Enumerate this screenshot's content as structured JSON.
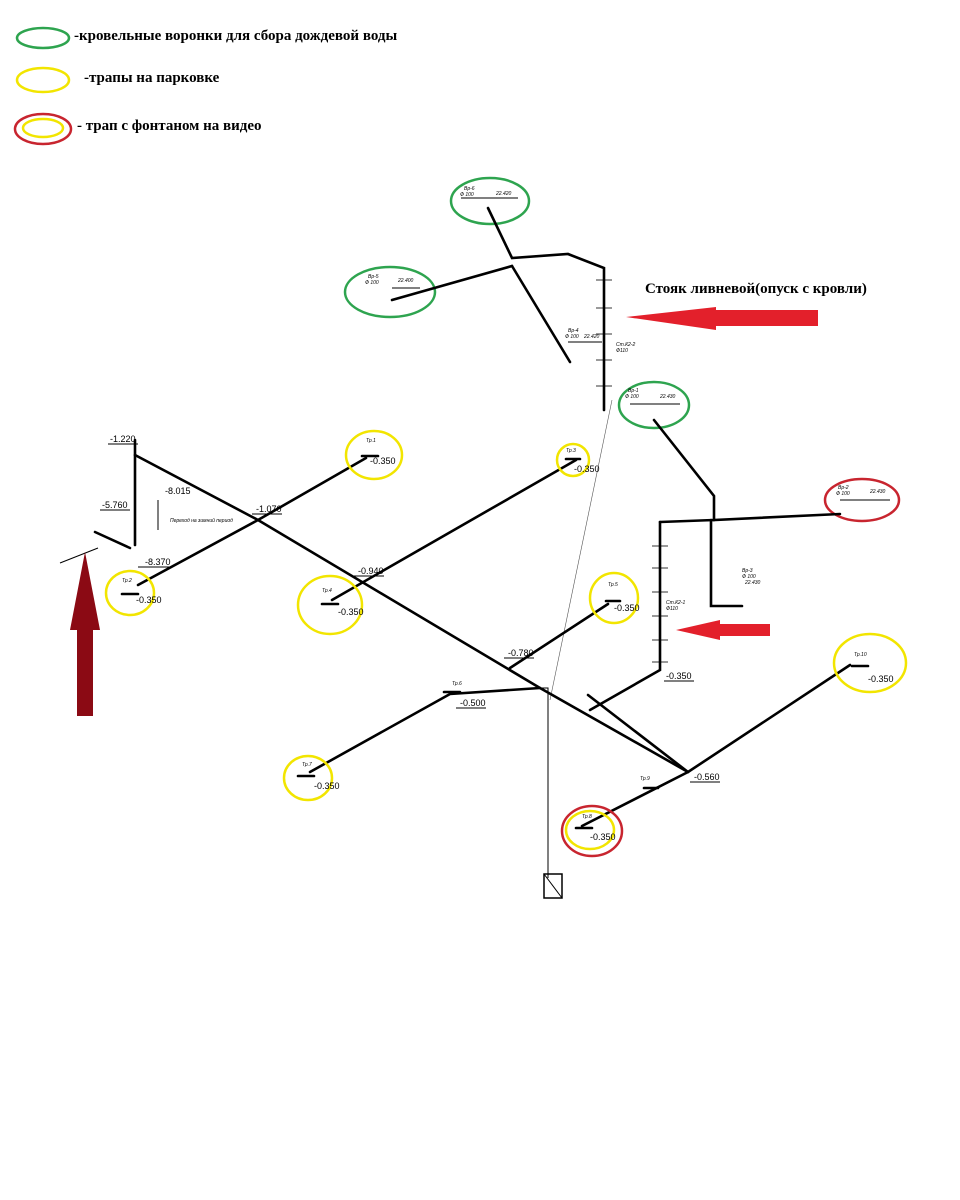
{
  "legend": {
    "roof_funnels": "-кровельные воронки для сбора дождевой воды",
    "parking_drains": "-трапы на парковке",
    "fountain_drain": "- трап с фонтаном на видео"
  },
  "callout": {
    "riser_label": "Стояк ливневой(опуск с кровли)"
  },
  "colors": {
    "roof_funnel_circle": "#2ea44f",
    "parking_drain_circle": "#f2e500",
    "fountain_circle": "#c8252f",
    "arrow_bright_red": "#e3202b",
    "arrow_dark_red": "#8b0a14"
  },
  "elevations": {
    "e_1_220": "-1.220",
    "e_5_760": "-5.760",
    "e_8_015": "-8.015",
    "e_8_370": "-8.370",
    "e_1_070": "-1.070",
    "e_0_940": "-0.940",
    "e_0_780": "-0.780",
    "e_0_350": "-0.350",
    "e_0_500": "-0.500",
    "e_0_560": "-0.560",
    "e_22_420": "22.420",
    "e_22_400": "22.400",
    "e_22_430": "22.430"
  },
  "small_labels": {
    "riser_1": "Ст.К2-1",
    "riser_2": "Ст.К2-2",
    "funnel_phi": "Ф 100",
    "riser_dn": "Ф110",
    "vr_label": "Вр",
    "tr_label": "Тр",
    "transition": "Переход на зимний период"
  }
}
